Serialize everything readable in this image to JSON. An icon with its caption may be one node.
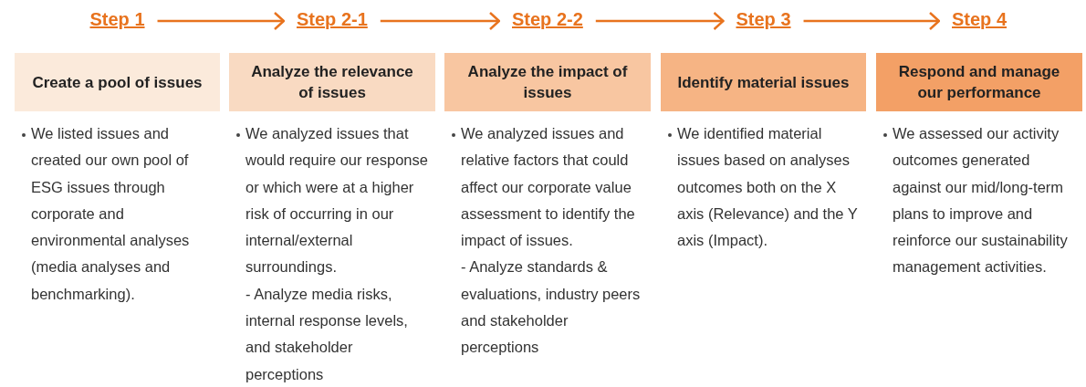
{
  "diagram": {
    "nodes": [
      {
        "text": [
          "Step 1"
        ]
      },
      {
        "text": [
          "Step 2-1"
        ]
      },
      {
        "text": [
          "Step 2-2"
        ]
      },
      {
        "text": [
          "Step 3"
        ]
      },
      {
        "text": [
          "Step 4"
        ]
      },
      {
        "text": [
          "Create a pool of issues"
        ],
        "beside": [
          "We listed issues and created our own pool of ESG issues through corporate and environmental analyses (media analyses and benchmarking)."
        ]
      },
      {
        "text": [
          "Analyze the relevance of issues"
        ],
        "beside": [
          "We analyzed issues that would require our response or which were at a higher risk of occurring in our internal/external surroundings.",
          "- Analyze media risks, internal response levels, and stakeholder perceptions"
        ]
      },
      {
        "text": [
          "Analyze the impact of issues"
        ],
        "beside": [
          "We analyzed issues and relative factors that could affect our corporate value assessment to identify the impact of issues.",
          "- Analyze standards & evaluations, industry peers and stakeholder perceptions"
        ]
      },
      {
        "text": [
          "Identify material issues"
        ],
        "beside": [
          "We identified material issues based on analyses outcomes both on the X axis (Relevance) and the Y axis (Impact)."
        ]
      },
      {
        "text": [
          "Respond and manage our performance"
        ],
        "beside": [
          "We assessed our activity outcomes generated against our mid/long-term plans to improve and reinforce our sustainability management activities."
        ]
      }
    ],
    "edges": [
      {
        "from": 0,
        "to": 1,
        "arrow": "to"
      },
      {
        "from": 1,
        "to": 2,
        "arrow": "to"
      },
      {
        "from": 2,
        "to": 3,
        "arrow": "to"
      },
      {
        "from": 3,
        "to": 4,
        "arrow": "to"
      }
    ]
  }
}
